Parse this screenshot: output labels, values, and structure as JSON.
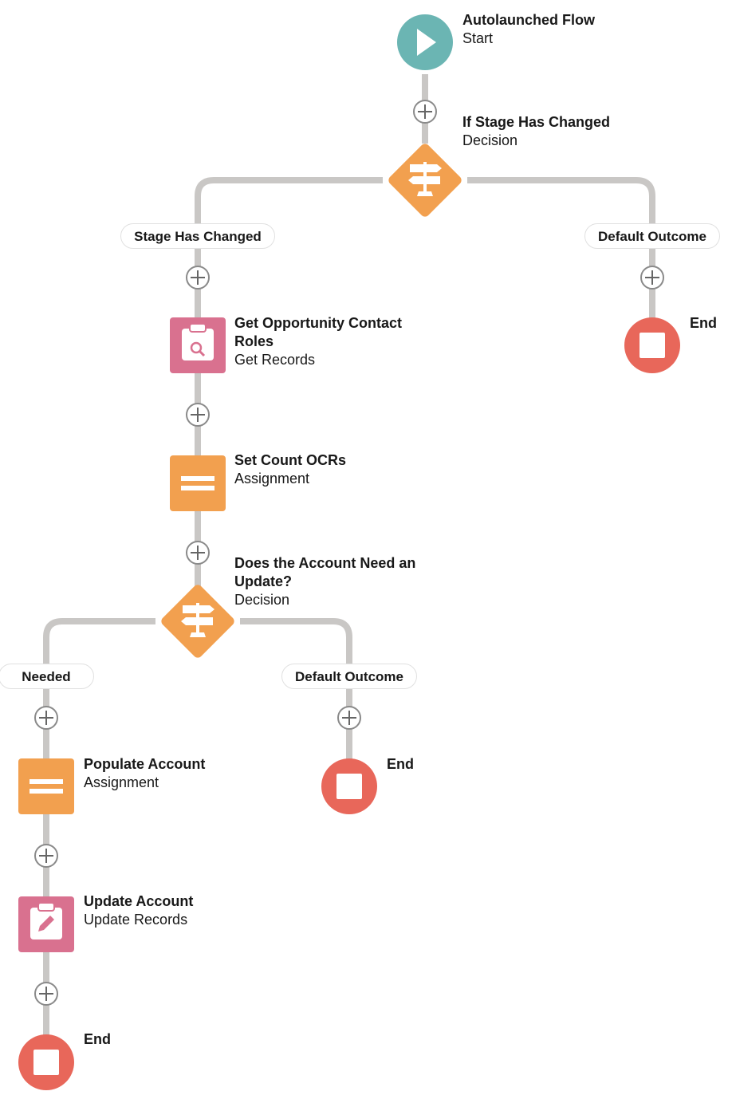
{
  "colors": {
    "start": "#6bb5b3",
    "decision": "#f2a04f",
    "assignment": "#f2a04f",
    "records": "#d9718f",
    "end": "#e8675a",
    "connector": "#c9c7c5"
  },
  "start": {
    "title": "Autolaunched Flow",
    "subtitle": "Start",
    "icon": "play-icon"
  },
  "decision1": {
    "title": "If Stage Has Changed",
    "subtitle": "Decision",
    "icon": "signpost-icon",
    "outcomes": [
      "Stage Has Changed",
      "Default Outcome"
    ]
  },
  "get_records": {
    "title": "Get Opportunity Contact",
    "title2": "Roles",
    "subtitle": "Get Records",
    "icon": "clipboard-search-icon"
  },
  "assign1": {
    "title": "Set Count OCRs",
    "subtitle": "Assignment",
    "icon": "equals-icon"
  },
  "decision2": {
    "title": "Does the Account Need an",
    "title2": "Update?",
    "subtitle": "Decision",
    "icon": "signpost-icon",
    "outcomes": [
      "Needed",
      "Default Outcome"
    ]
  },
  "assign2": {
    "title": "Populate Account",
    "subtitle": "Assignment",
    "icon": "equals-icon"
  },
  "update": {
    "title": "Update Account",
    "subtitle": "Update Records",
    "icon": "clipboard-edit-icon"
  },
  "end_label": "End"
}
